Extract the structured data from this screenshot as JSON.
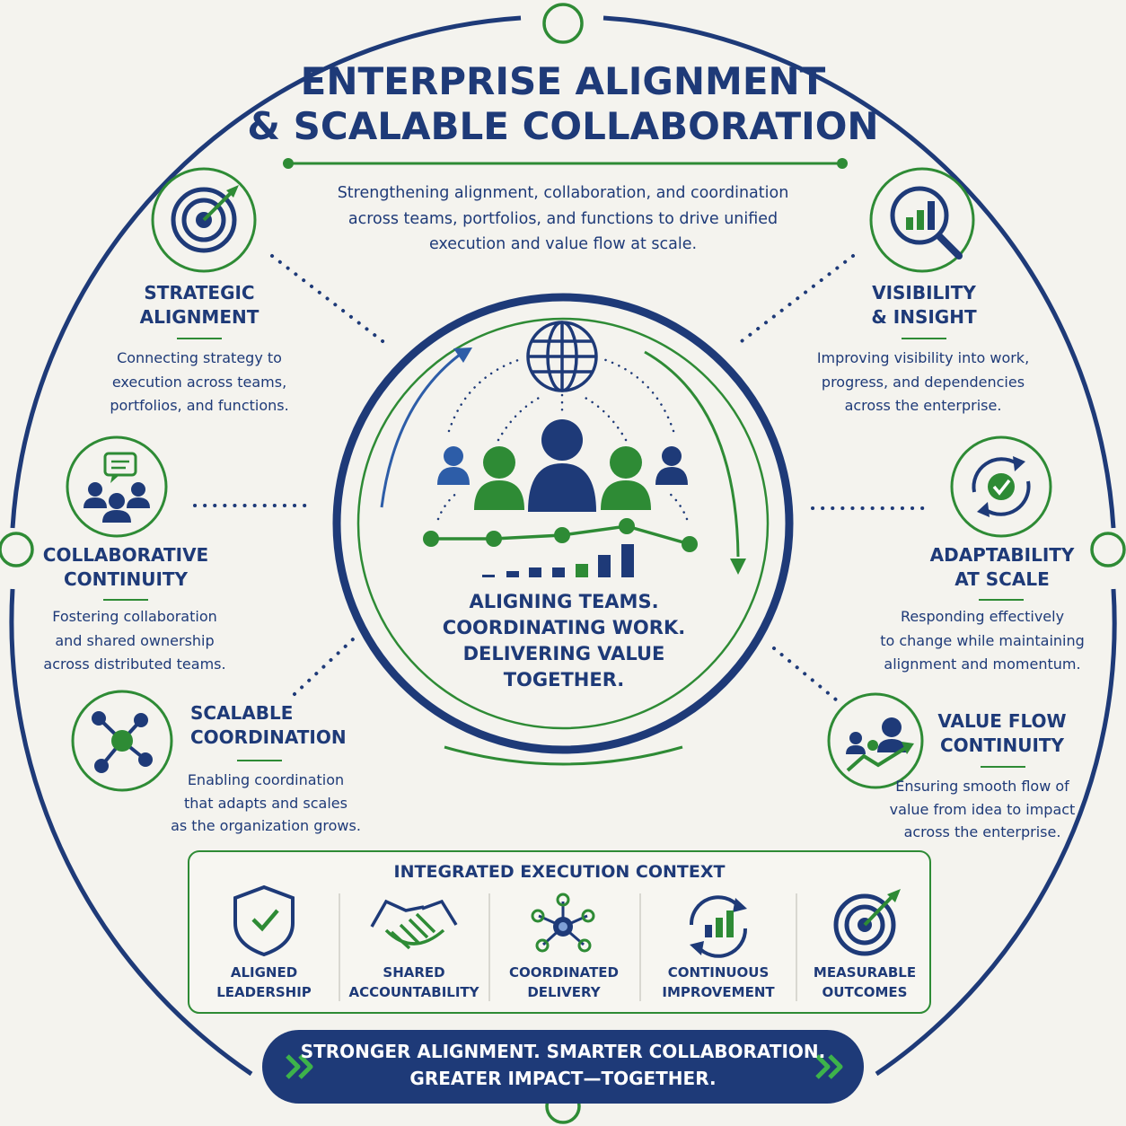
{
  "title": {
    "line1": "ENTERPRISE ALIGNMENT",
    "line2": "& SCALABLE COLLABORATION"
  },
  "subtitle": {
    "line1": "Strengthening alignment, collaboration, and coordination",
    "line2": "across teams, portfolios, and functions to drive unified",
    "line3": "execution and value flow at scale."
  },
  "features": [
    {
      "icon": "target-icon",
      "title_lines": [
        "STRATEGIC",
        "ALIGNMENT"
      ],
      "desc_lines": [
        "Connecting strategy to",
        "execution across teams,",
        "portfolios, and functions."
      ]
    },
    {
      "icon": "magnifier-chart-icon",
      "title_lines": [
        "VISIBILITY",
        "& INSIGHT"
      ],
      "desc_lines": [
        "Improving visibility into work,",
        "progress, and dependencies",
        "across the enterprise."
      ]
    },
    {
      "icon": "team-chat-icon",
      "title_lines": [
        "COLLABORATIVE",
        "CONTINUITY"
      ],
      "desc_lines": [
        "Fostering collaboration",
        "and shared ownership",
        "across distributed teams."
      ]
    },
    {
      "icon": "adaptive-cycle-icon",
      "title_lines": [
        "ADAPTABILITY",
        "AT SCALE"
      ],
      "desc_lines": [
        "Responding effectively",
        "to change while maintaining",
        "alignment and momentum."
      ]
    },
    {
      "icon": "network-hub-icon",
      "title_lines": [
        "SCALABLE",
        "COORDINATION"
      ],
      "desc_lines": [
        "Enabling coordination",
        "that adapts and scales",
        "as the organization grows."
      ]
    },
    {
      "icon": "value-flow-icon",
      "title_lines": [
        "VALUE FLOW",
        "CONTINUITY"
      ],
      "desc_lines": [
        "Ensuring smooth flow of",
        "value from idea to impact",
        "across the enterprise."
      ]
    }
  ],
  "center": {
    "icons": [
      "globe-icon",
      "team-people-icon",
      "progress-line-icon",
      "growth-bars-icon"
    ],
    "lines": [
      "ALIGNING TEAMS.",
      "COORDINATING WORK.",
      "DELIVERING VALUE TOGETHER."
    ]
  },
  "context": {
    "title": "INTEGRATED EXECUTION CONTEXT",
    "items": [
      {
        "icon": "shield-check-icon",
        "lines": [
          "ALIGNED",
          "LEADERSHIP"
        ]
      },
      {
        "icon": "handshake-icon",
        "lines": [
          "SHARED",
          "ACCOUNTABILITY"
        ]
      },
      {
        "icon": "coordinated-hub-icon",
        "lines": [
          "COORDINATED",
          "DELIVERY"
        ]
      },
      {
        "icon": "improvement-cycle-icon",
        "lines": [
          "CONTINUOUS",
          "IMPROVEMENT"
        ]
      },
      {
        "icon": "outcomes-target-icon",
        "lines": [
          "MEASURABLE",
          "OUTCOMES"
        ]
      }
    ]
  },
  "banner": {
    "icon": "chevron-double-right-icon",
    "lines": [
      "STRONGER ALIGNMENT. SMARTER COLLABORATION.",
      "GREATER IMPACT—TOGETHER."
    ]
  },
  "colors": {
    "navy": "#1e3a78",
    "green": "#2e8b35",
    "background": "#f4f3ee",
    "banner_text": "#ffffff"
  }
}
